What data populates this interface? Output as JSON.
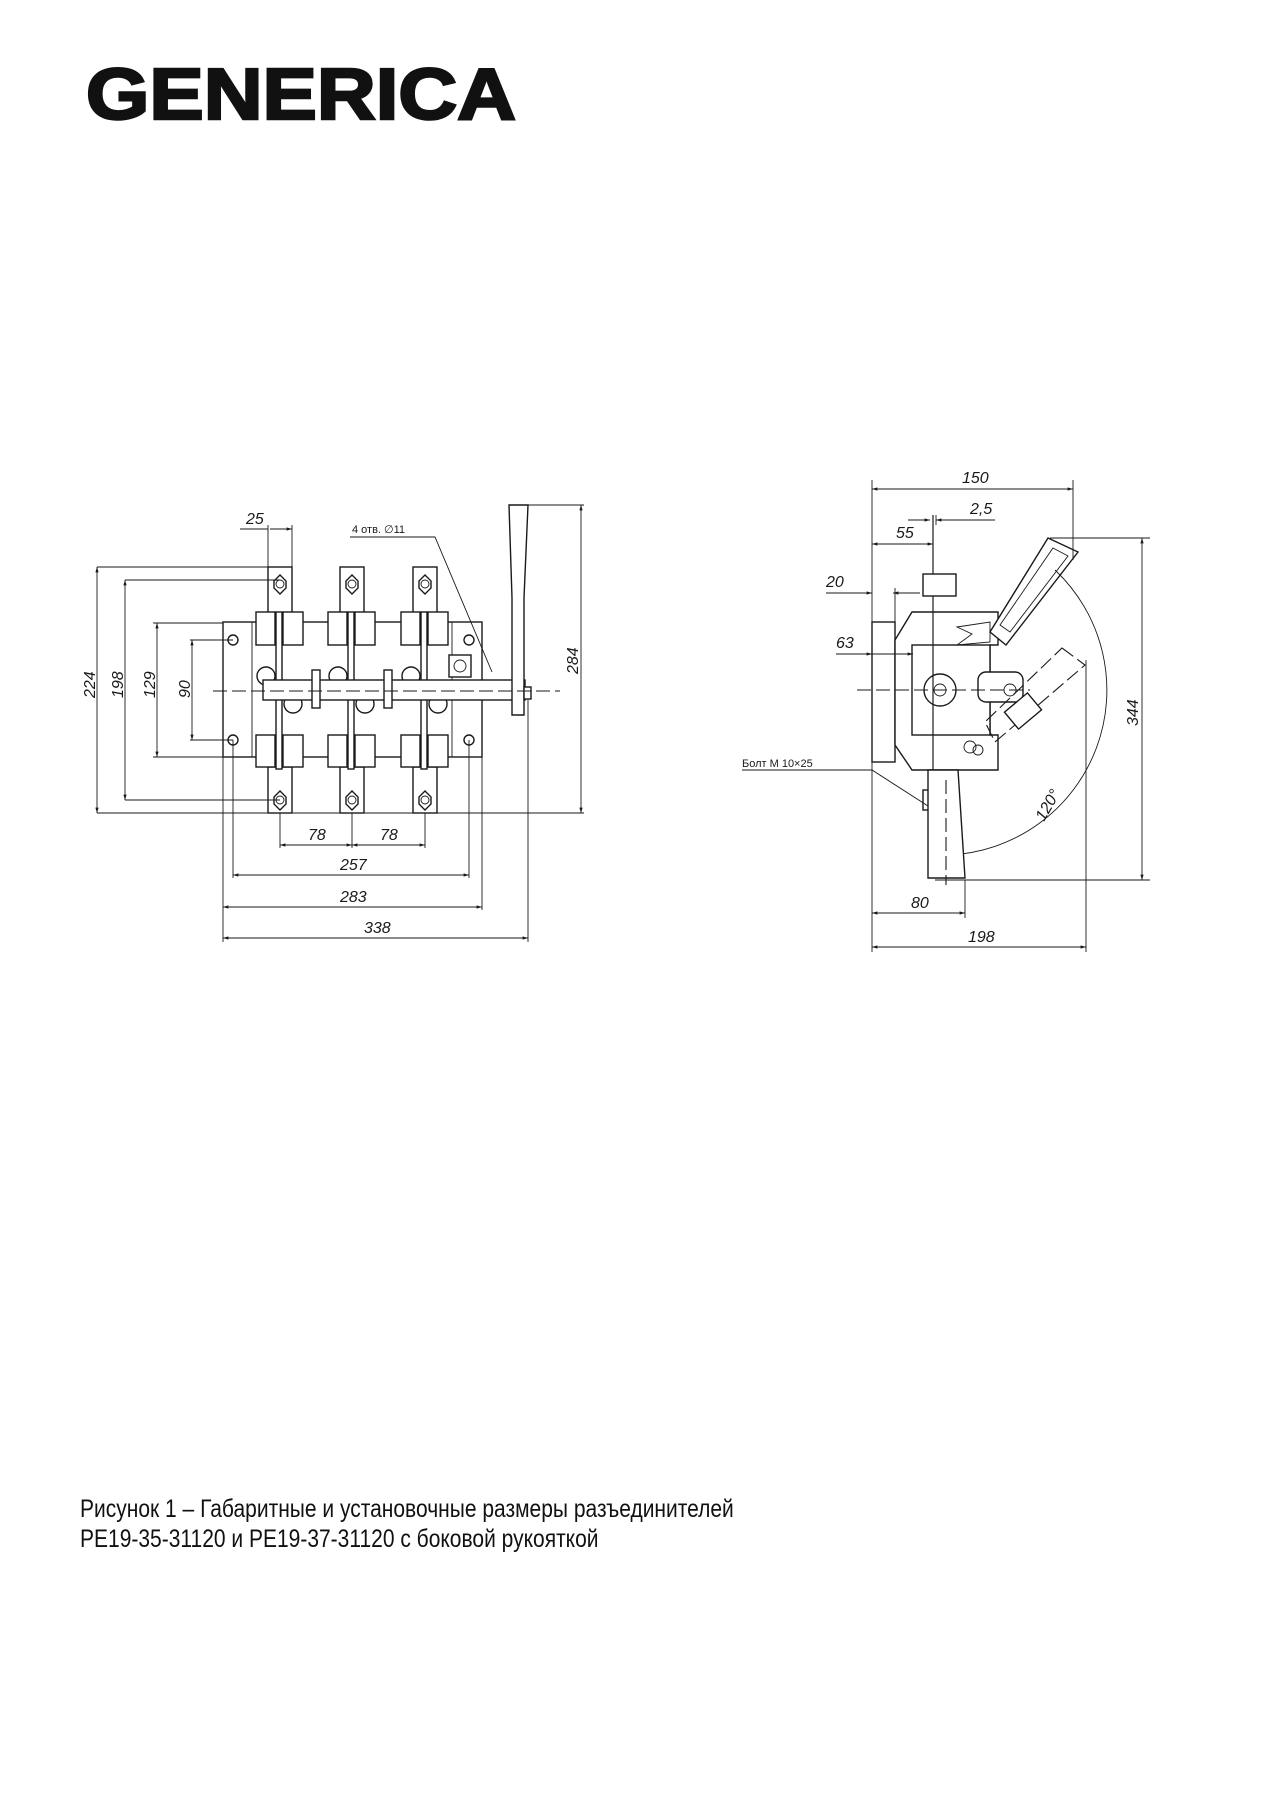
{
  "logo": {
    "text": "GENERICA"
  },
  "front_view": {
    "dims": {
      "width_pitch": "25",
      "holes_note": "4 отв. ∅11",
      "h224": "224",
      "h198": "198",
      "h129": "129",
      "h90": "90",
      "h284": "284",
      "pole_pitch_1": "78",
      "pole_pitch_2": "78",
      "w257": "257",
      "w283": "283",
      "w338": "338"
    }
  },
  "side_view": {
    "dims": {
      "w150": "150",
      "t2_5": "2,5",
      "d55": "55",
      "d20": "20",
      "d63": "63",
      "h344": "344",
      "d80": "80",
      "w198": "198",
      "angle": "120°",
      "bolt_note": "Болт М 10×25"
    }
  },
  "caption": {
    "line1": "Рисунок 1 – Габаритные и установочные размеры разъединителей",
    "line2": "РЕ19-35-31120 и РЕ19-37-31120 с боковой рукояткой"
  }
}
